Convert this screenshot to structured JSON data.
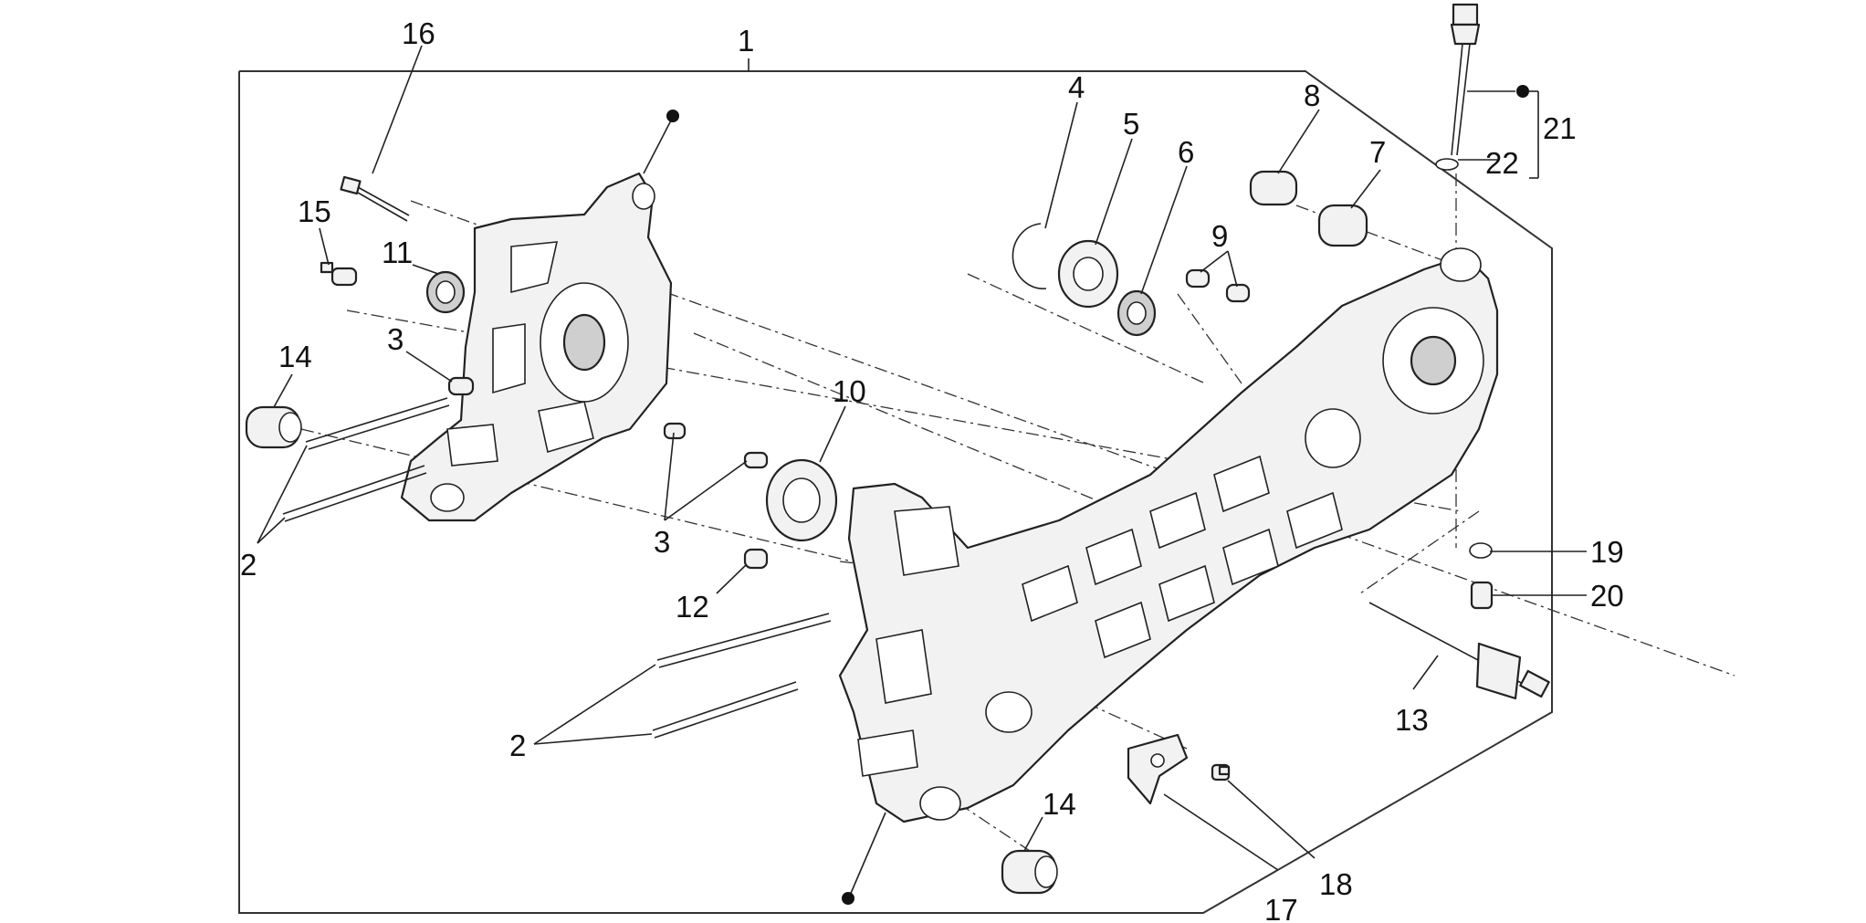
{
  "callouts": {
    "c1": "1",
    "c2a": "2",
    "c2b": "2",
    "c3a": "3",
    "c3b": "3",
    "c4": "4",
    "c5": "5",
    "c6": "6",
    "c7": "7",
    "c8": "8",
    "c9": "9",
    "c10": "10",
    "c11": "11",
    "c12": "12",
    "c13": "13",
    "c14a": "14",
    "c14b": "14",
    "c15": "15",
    "c16": "16",
    "c17": "17",
    "c18": "18",
    "c19": "19",
    "c20": "20",
    "c21": "21",
    "c22": "22"
  },
  "icons": {
    "dot": "filled-dot-marker"
  },
  "colors": {
    "line": "#222222",
    "part_fill": "#f2f2f2",
    "background": "#ffffff"
  }
}
